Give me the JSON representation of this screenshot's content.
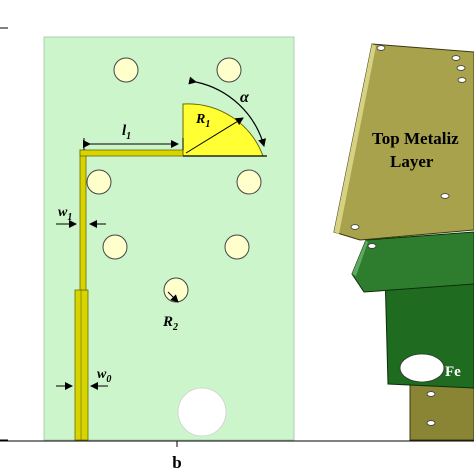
{
  "figure": {
    "caption_letter": "b",
    "colors": {
      "substrate": "#ccf5cc",
      "trace": "#d8d400",
      "trace_edge": "#6a6a00",
      "sector": "#ffff33",
      "via": "#ffffcc",
      "top_layer": "#a8a24c",
      "feed_layer": "#1f6b1f"
    }
  },
  "planar_view": {
    "labels": {
      "l1": {
        "main": "l",
        "sub": "1"
      },
      "r1": {
        "main": "R",
        "sub": "1"
      },
      "alpha": {
        "main": "α"
      },
      "w1": {
        "main": "w",
        "sub": "1"
      },
      "w0": {
        "main": "w",
        "sub": "0"
      },
      "r2": {
        "main": "R",
        "sub": "2"
      }
    }
  },
  "exploded_view": {
    "top_label_line1": "Top Metaliz",
    "top_label_line2": "Layer",
    "feed_label": "Fe"
  }
}
